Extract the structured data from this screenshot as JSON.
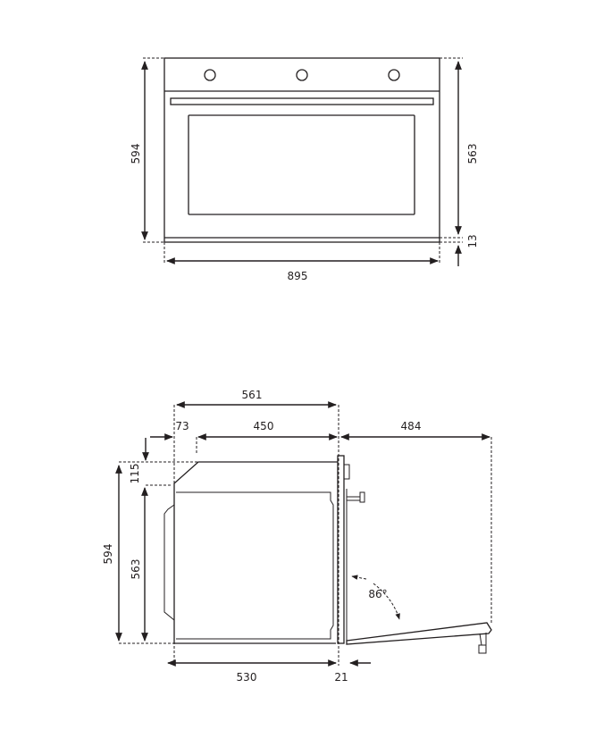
{
  "front_view": {
    "height_total": "594",
    "height_body": "563",
    "height_bottom_gap": "13",
    "width": "895",
    "knob_count": 3
  },
  "side_view": {
    "depth_total": "561",
    "depth_top_offset": "73",
    "depth_top": "450",
    "door_open_depth": "484",
    "top_step": "115",
    "height_total": "594",
    "height_body": "563",
    "depth_body": "530",
    "front_panel": "21",
    "door_angle": "86°"
  },
  "colors": {
    "line": "#231f20",
    "background": "#ffffff"
  }
}
